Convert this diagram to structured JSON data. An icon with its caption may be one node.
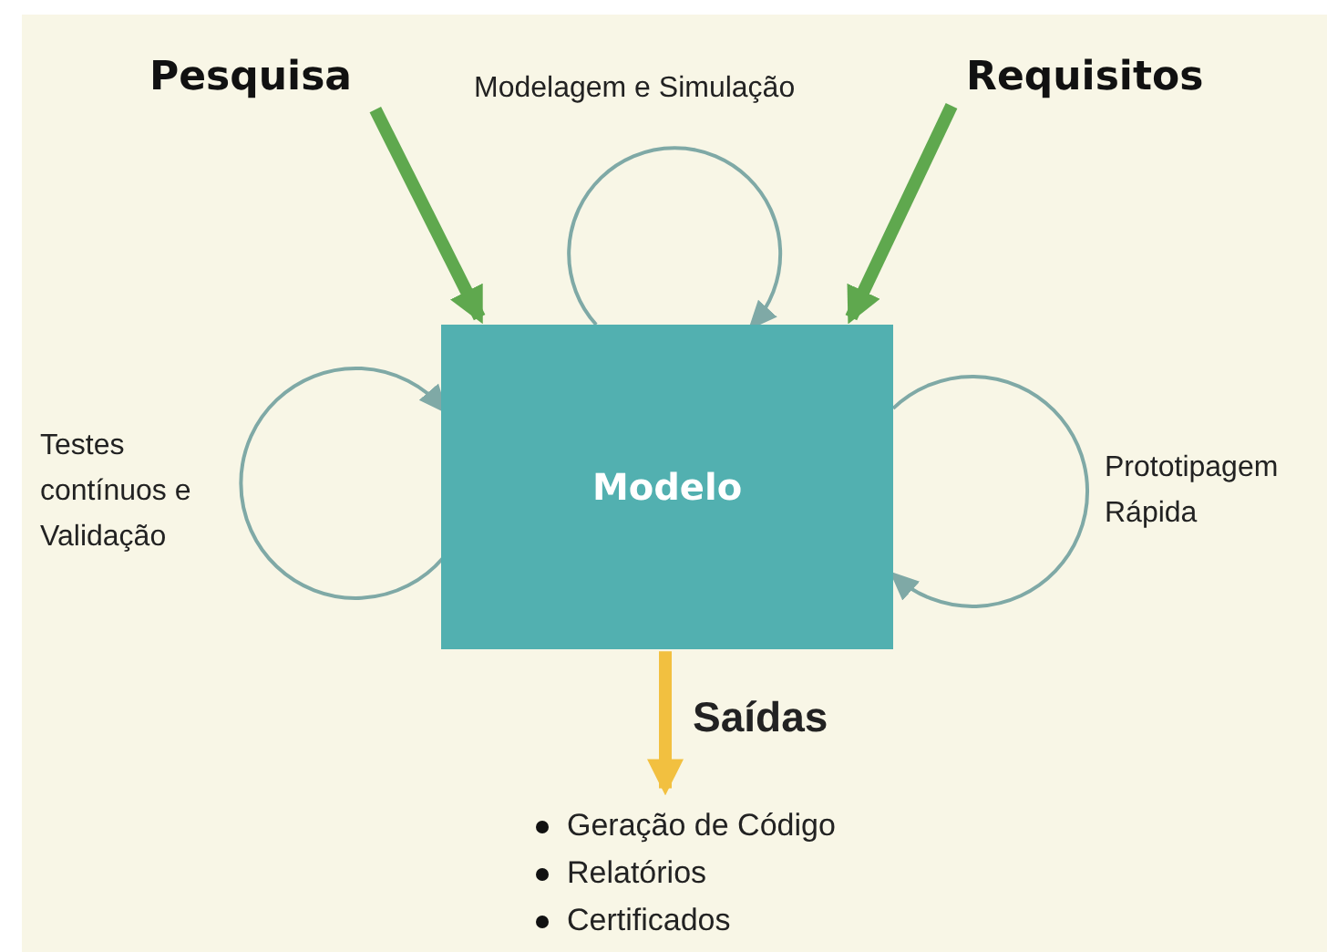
{
  "diagram": {
    "nodes": [
      {
        "text": [
          "Pesquisa"
        ]
      },
      {
        "text": [
          "Requisitos"
        ]
      },
      {
        "text": [
          "Modelo"
        ]
      },
      {
        "text": [
          "Geração de Código",
          "Relatórios",
          "Certificados"
        ]
      }
    ],
    "edges": [
      {
        "from": 0,
        "to": 2,
        "arrow": "to",
        "style": "thick",
        "color": "#5fa84e"
      },
      {
        "from": 1,
        "to": 2,
        "arrow": "to",
        "style": "thick",
        "color": "#5fa84e"
      },
      {
        "from": 2,
        "to": 2,
        "arrow": "to",
        "label": "Modelagem e Simulação"
      },
      {
        "from": 2,
        "to": 2,
        "arrow": "to",
        "label": "Testes contínuos e Validação"
      },
      {
        "from": 2,
        "to": 2,
        "arrow": "to",
        "label": "Prototipagem Rápida"
      },
      {
        "from": 2,
        "to": 3,
        "arrow": "to",
        "label": "Saídas",
        "style": "thick",
        "color": "#f2c040"
      }
    ]
  }
}
